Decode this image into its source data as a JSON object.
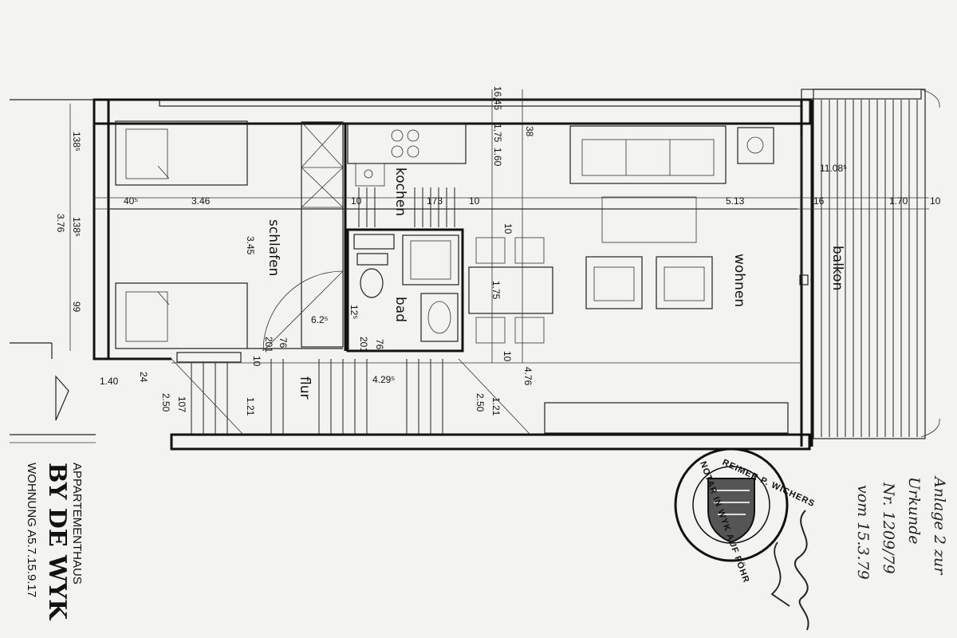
{
  "rooms": {
    "schlafen": "schlafen",
    "kochen": "kochen",
    "bad": "bad",
    "flur": "flur",
    "wohnen": "wohnen",
    "balkon": "balkon"
  },
  "dimensions": {
    "d_16_45": "16,45",
    "d_1_75": "1,75",
    "d_1_60": "1.60",
    "d_38": "38",
    "d_11_085": "11.08⁵",
    "d_138_a": "138⁵",
    "d_40": "40⁵",
    "d_346": "3.46",
    "d_10_a": "10",
    "d_173": "173",
    "d_10_b": "10",
    "d_513": "5.13",
    "d_16": "16",
    "d_170": "1.70",
    "d_10_c": "10",
    "d_376": "3.76",
    "d_138_b": "138⁵",
    "d_345": "3.45",
    "d_10_d": "10",
    "d_175": "1.75",
    "d_99": "99",
    "d_625": "6.2⁵",
    "d_125": "12⁵",
    "d_76_a": "76",
    "d_201_a": "201",
    "d_201_b": "201",
    "d_76_b": "76",
    "d_10_e": "10",
    "d_10_f": "10",
    "d_140": "1.40",
    "d_24": "24",
    "d_4295": "4.29⁵",
    "d_476": "4.76",
    "d_107": "107",
    "d_250_a": "2.50",
    "d_121_a": "1.21",
    "d_121_b": "1.21",
    "d_250_b": "2.50"
  },
  "title": {
    "line1": "APPARTEMENTHAUS",
    "line2": "BY DE WYK",
    "line3": "WOHNUNG  A5.7.15.9.17"
  },
  "stamp": {
    "top": "REIMER P. WICHERS",
    "left": "NOTAR IN WYK AUF FÖHR"
  },
  "handwriting": {
    "line1": "Anlage 2 zur",
    "line2": "Urkunde",
    "line3": "Nr. 1209/79",
    "line4": "vom 15.3.79"
  },
  "colors": {
    "paper": "#f3f3f1",
    "ink": "#111111"
  }
}
